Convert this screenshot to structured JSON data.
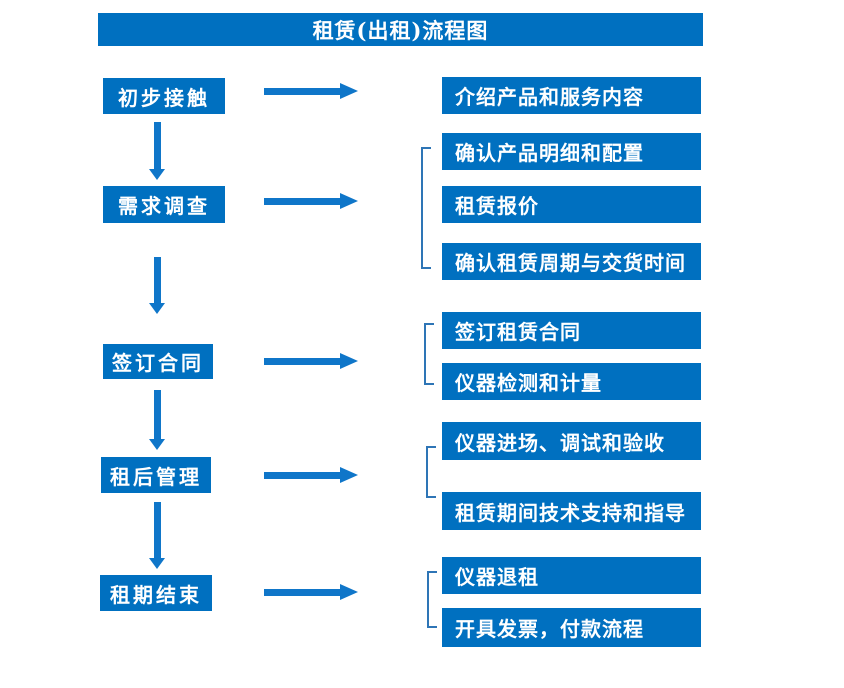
{
  "title": "租赁(出租)流程图",
  "stages": [
    {
      "label": "初步接触",
      "outputs": [
        "介绍产品和服务内容"
      ]
    },
    {
      "label": "需求调查",
      "outputs": [
        "确认产品明细和配置",
        "租赁报价",
        "确认租赁周期与交货时间"
      ]
    },
    {
      "label": "签订合同",
      "outputs": [
        "签订租赁合同",
        "仪器检测和计量"
      ]
    },
    {
      "label": "租后管理",
      "outputs": [
        "仪器进场、调试和验收",
        "租赁期间技术支持和指导"
      ]
    },
    {
      "label": "租期结束",
      "outputs": [
        "仪器退租",
        "开具发票，付款流程"
      ]
    }
  ],
  "colors": {
    "box_fill": "#0070c0",
    "arrow": "#0f76c9",
    "bracket": "#2e75b6",
    "text": "#ffffff",
    "background": "#ffffff"
  }
}
